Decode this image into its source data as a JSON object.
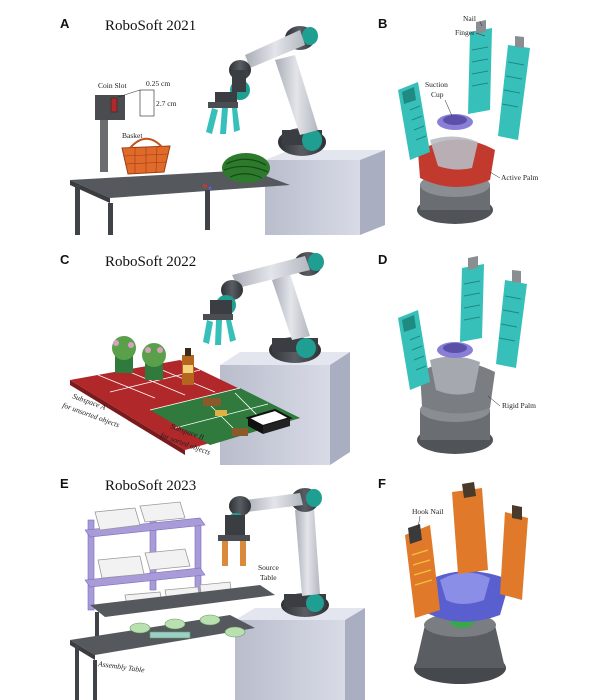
{
  "panels": {
    "A": {
      "letter": "A",
      "title": "RoboSoft 2021"
    },
    "B": {
      "letter": "B"
    },
    "C": {
      "letter": "C",
      "title": "RoboSoft 2022"
    },
    "D": {
      "letter": "D"
    },
    "E": {
      "letter": "E",
      "title": "RoboSoft 2023"
    },
    "F": {
      "letter": "F"
    }
  },
  "annotations": {
    "coin_slot": "Coin Slot",
    "dim_width": "0.25 cm",
    "dim_height": "2.7 cm",
    "basket": "Basket",
    "nail": "Nail",
    "finger": "Finger",
    "suction_cup_1": "Suction",
    "suction_cup_2": "Cup",
    "active_palm": "Active Palm",
    "subspace_a_1": "Subspace A",
    "subspace_a_2": "for unsorted objects",
    "subspace_b_1": "Subspace B",
    "subspace_b_2": "for sorted objects",
    "rigid_palm": "Rigid Palm",
    "source_table_1": "Source",
    "source_table_2": "Table",
    "assembly_table": "Assembly Table",
    "hook_nail": "Hook Nail"
  },
  "colors": {
    "robot_teal": "#1f9e92",
    "robot_silver": "#c9ccd3",
    "robot_dark": "#3c3f44",
    "table_top": "#5b5e63",
    "finger_cyan": "#36c0b9",
    "palm_red": "#c23a2d",
    "suction_purple": "#8a7fd6",
    "finger_orange": "#e07a2a",
    "palm_blue": "#5a5fd0",
    "field_red": "#b0282a",
    "field_green": "#2f7a3c",
    "pedestal": "#c5c9d6",
    "rack_purple": "#a89bd8"
  }
}
